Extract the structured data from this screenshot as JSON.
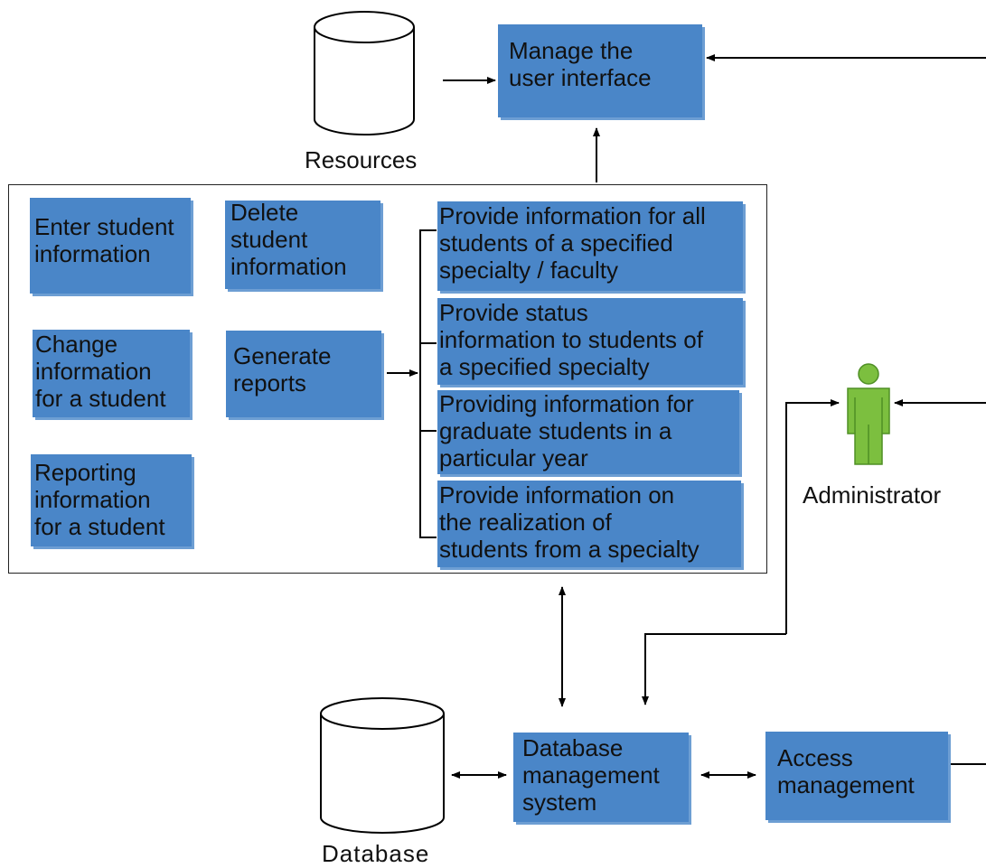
{
  "nodes": {
    "resources": "Resources",
    "database": "Database",
    "administrator": "Administrator",
    "manage_ui": "Manage the\nuser interface",
    "enter_student": "Enter student\ninformation",
    "delete_student": "Delete\nstudent\ninformation",
    "change_info": "Change\ninformation\nfor a student",
    "generate_reports": "Generate\nreports",
    "reporting_info": "Reporting\ninformation\nfor a student",
    "report_all_students": "Provide information for all\nstudents of a specified\nspecialty / faculty",
    "report_status": "Provide status\ninformation to students of\na specified specialty",
    "report_graduates": "Providing information for\ngraduate students in a\nparticular year",
    "report_realization": "Provide information on\nthe realization of\nstudents from a specialty",
    "dbms": "Database\nmanagement\nsystem",
    "access_management": "Access\nmanagement"
  },
  "colors": {
    "box_fill": "#4a86c8",
    "actor_fill": "#7cbf3f",
    "line": "#000000"
  },
  "icons": {
    "resources": "cylinder-icon",
    "database": "cylinder-icon",
    "administrator": "person-icon"
  }
}
